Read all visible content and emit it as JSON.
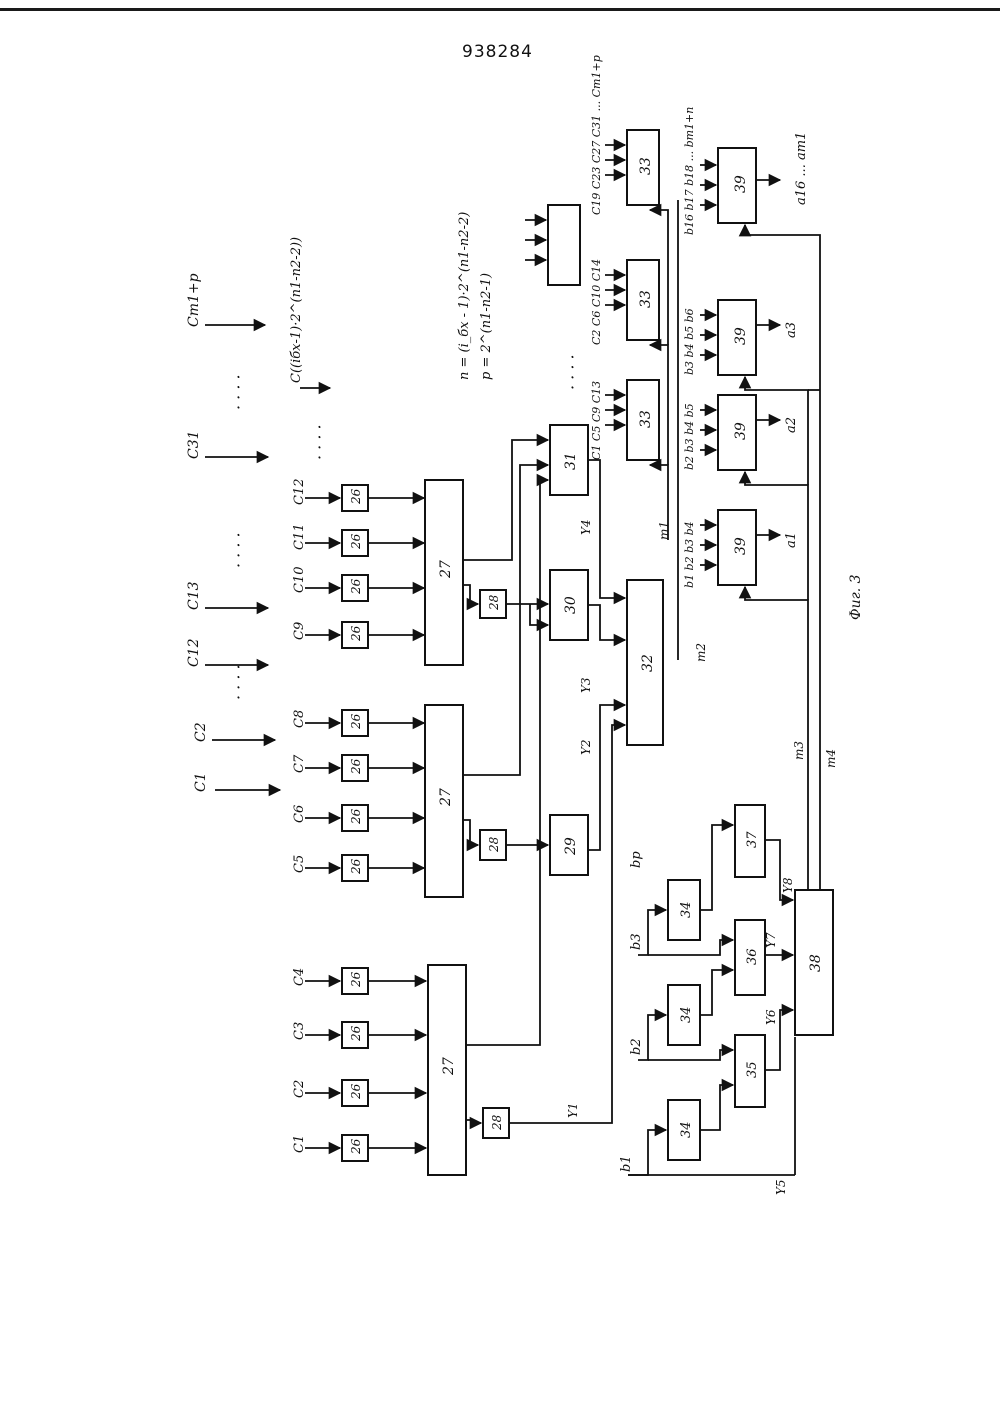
{
  "patent_number": "938284",
  "figure_label": "Фиг. 3",
  "formulas": [
    "n = (i_бх - 1)·2^(n1-n2-2)",
    "p = 2^(n1-n2-1)"
  ],
  "signals": {
    "m1": "m1",
    "m2": "m2",
    "m3": "m3",
    "m4": "m4",
    "Y1": "Y1",
    "Y2": "Y2",
    "Y3": "Y3",
    "Y4": "Y4",
    "Y5": "Y5",
    "Y6": "Y6",
    "Y7": "Y7",
    "Y8": "Y8"
  },
  "block_numbers": {
    "b26": "26",
    "b27": "27",
    "b28": "28",
    "b29": "29",
    "b30": "30",
    "b31": "31",
    "b32": "32",
    "b33": "33",
    "b34": "34",
    "b35": "35",
    "b36": "36",
    "b37": "37",
    "b38": "38",
    "b39": "39"
  },
  "c_inputs": [
    "C1",
    "C2",
    "C3",
    "C4",
    "C5",
    "C6",
    "C7",
    "C8",
    "C9",
    "C10",
    "C11",
    "C12"
  ],
  "top_c_labels": [
    "C1",
    "C2",
    "C12",
    "C13",
    "C31",
    "Cm1+p",
    "C((iбх-1)·2^(n1-n2-2))"
  ],
  "b_inputs": [
    "b1",
    "b2",
    "b3",
    "bp"
  ],
  "outputs": [
    "a1",
    "a2",
    "a3",
    "a16 ... am1"
  ],
  "b_39_inputs": [
    "b1 b2 b3 b4",
    "b2 b3 b4 b5",
    "b3 b4 b5 b6",
    "b16 b17 b18 ... bm1+n"
  ],
  "c_33_inputs": [
    "C1 C5 C9 C13",
    "C2 C6 C10 C14",
    "C19 C23 C27 C31 ... Cm1+p"
  ],
  "dots": "· · · ·"
}
